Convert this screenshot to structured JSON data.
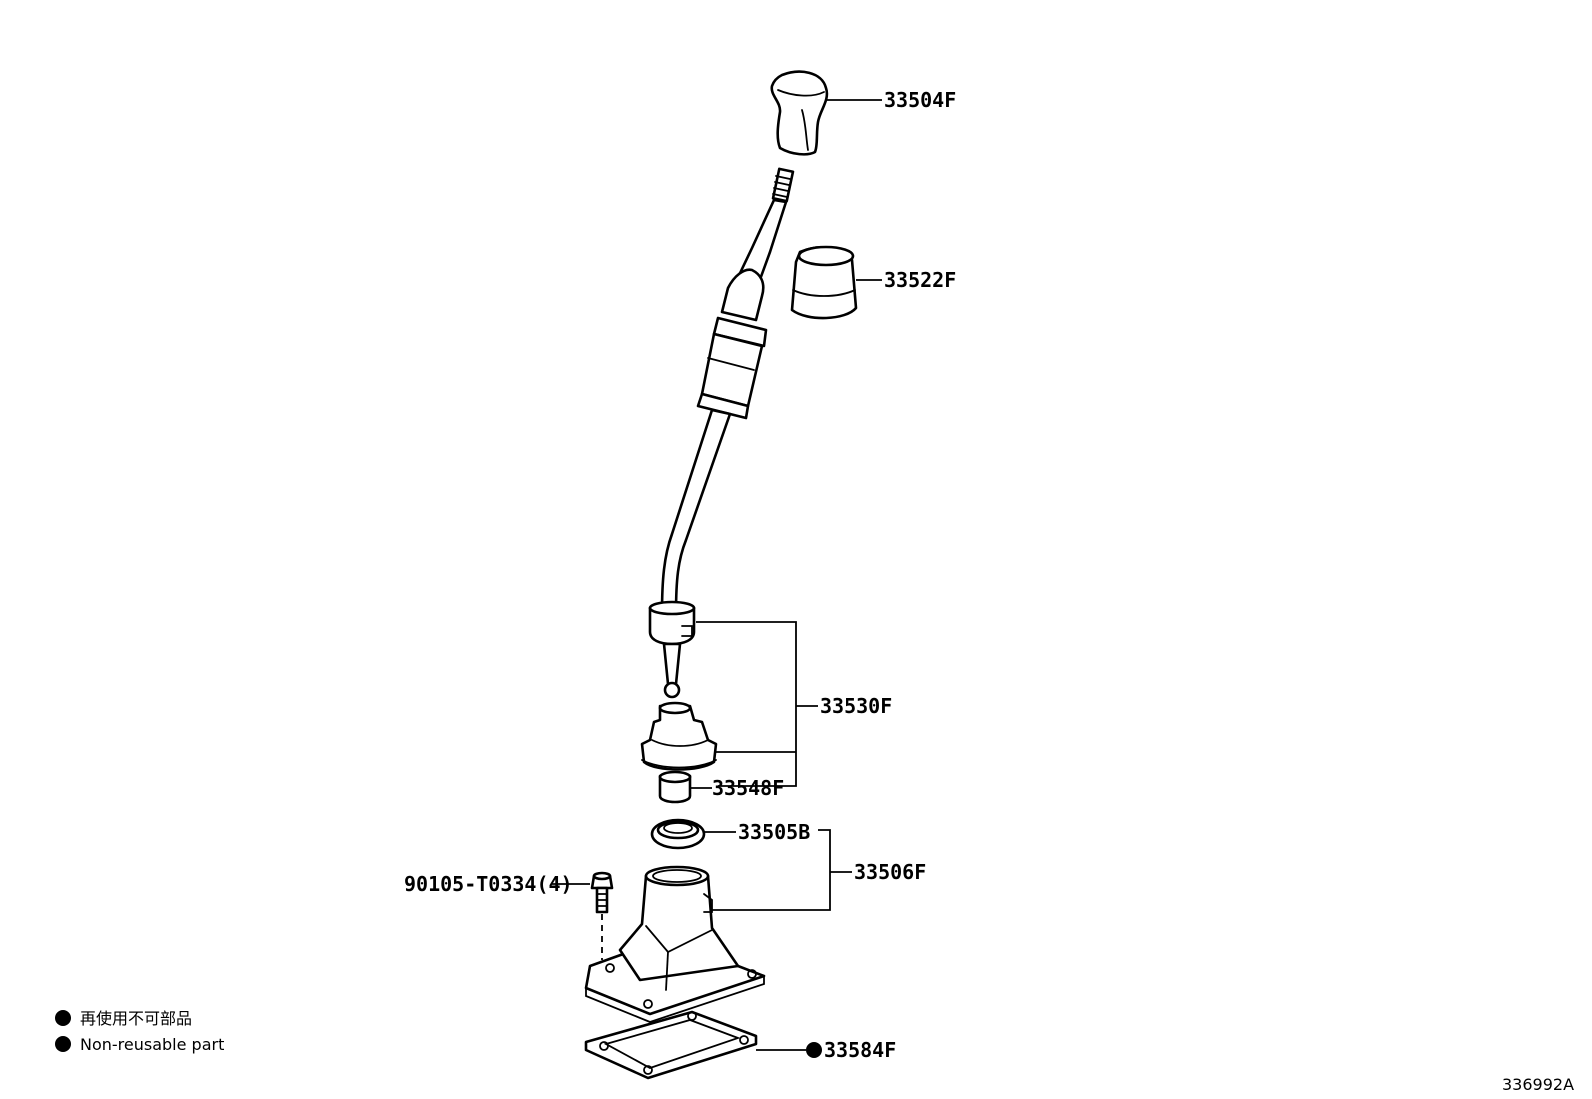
{
  "callouts": {
    "p33504F": "33504F",
    "p33522F": "33522F",
    "p33530F": "33530F",
    "p33548F": "33548F",
    "p33505B": "33505B",
    "p33506F": "33506F",
    "p90105": "90105-T0334(4)",
    "p33584F": "33584F"
  },
  "legend": {
    "jp": "再使用不可部品",
    "en": "Non-reusable part",
    "marker_icon": "filled-circle-icon"
  },
  "diagram_ref": "336992A"
}
